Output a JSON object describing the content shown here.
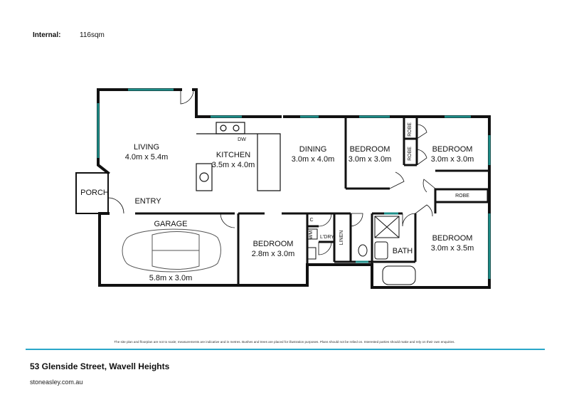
{
  "header": {
    "internal_label": "Internal:",
    "internal_value": "116sqm"
  },
  "colors": {
    "wall": "#111111",
    "window": "#1f8f8a",
    "accent_rule": "#2aa7c9"
  },
  "rooms": {
    "living": {
      "name": "LIVING",
      "dims": "4.0m x 5.4m"
    },
    "kitchen": {
      "name": "KITCHEN",
      "dims": "3.5m x 4.0m"
    },
    "dining": {
      "name": "DINING",
      "dims": "3.0m x 4.0m"
    },
    "bedroom1": {
      "name": "BEDROOM",
      "dims": "3.0m x 3.0m"
    },
    "bedroom2": {
      "name": "BEDROOM",
      "dims": "3.0m x 3.0m"
    },
    "bedroom3": {
      "name": "BEDROOM",
      "dims": "2.8m x 3.0m"
    },
    "bedroom4": {
      "name": "BEDROOM",
      "dims": "3.0m x 3.5m"
    },
    "garage": {
      "name": "GARAGE",
      "dims": "5.8m x 3.0m"
    },
    "porch": {
      "name": "PORCH"
    },
    "entry": {
      "name": "ENTRY"
    },
    "bath": {
      "name": "BATH"
    },
    "laundry": {
      "name": "L'DRY"
    },
    "linen": {
      "name": "LINEN"
    },
    "robe": {
      "name": "ROBE"
    }
  },
  "fixtures": {
    "dw": "DW",
    "wm": "WM",
    "cupboard": "C"
  },
  "footer": {
    "disclaimer": "The site plan and floorplan are not to scale; measurements are indicative and in metres. Bushes and trees are placed for illustration purposes. Plans should not be relied on. Interested parties should make and rely on their own enquiries.",
    "address": "53 Glenside Street, Wavell Heights",
    "website": "stoneasley.com.au"
  }
}
